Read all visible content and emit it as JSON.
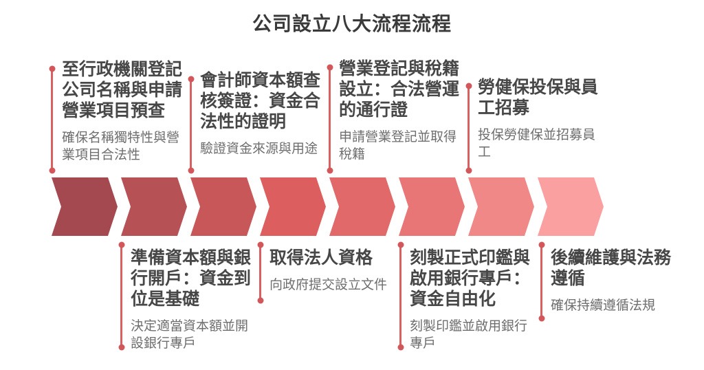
{
  "page": {
    "title": "公司設立八大流程流程"
  },
  "steps": [
    {
      "id": 1,
      "side": "top",
      "title": "至行政機關登記公司名稱與申請營業項目預查",
      "desc": "確保名稱獨特性與營業項目合法性"
    },
    {
      "id": 2,
      "side": "bottom",
      "title": "準備資本額與銀行開戶：資金到位是基礎",
      "desc": "決定適當資本額並開設銀行專戶"
    },
    {
      "id": 3,
      "side": "top",
      "title": "會計師資本額查核簽證：資金合法性的證明",
      "desc": "驗證資金來源與用途"
    },
    {
      "id": 4,
      "side": "bottom",
      "title": "取得法人資格",
      "desc": "向政府提交設立文件"
    },
    {
      "id": 5,
      "side": "top",
      "title": "營業登記與稅籍設立：合法營運的通行證",
      "desc": "申請營業登記並取得稅籍"
    },
    {
      "id": 6,
      "side": "bottom",
      "title": "刻製正式印鑑與啟用銀行專戶：資金自由化",
      "desc": "刻製印鑑並啟用銀行專戶"
    },
    {
      "id": 7,
      "side": "top",
      "title": "勞健保投保與員工招募",
      "desc": "投保勞健保並招募員工"
    },
    {
      "id": 8,
      "side": "bottom",
      "title": "後續維護與法務遵循",
      "desc": "確保持續遵循法規"
    }
  ],
  "arrows": {
    "count": 8,
    "colors": [
      "#a3494f",
      "#b65156",
      "#c8575a",
      "#dc5e5f",
      "#e16969",
      "#e97676",
      "#f18888",
      "#fba0a0"
    ]
  },
  "colors": {
    "connector": "#d96060",
    "dot": "#d2575a",
    "heading_text": "#3a3a3a",
    "step_title_text": "#474747",
    "step_desc_text": "#6e6e6e",
    "background": "#ffffff"
  }
}
